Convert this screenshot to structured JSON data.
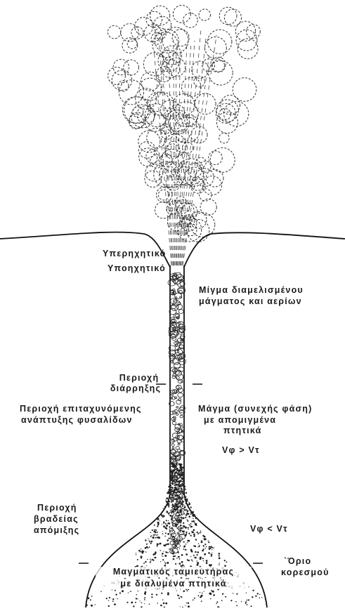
{
  "labels": {
    "supersonic": "Υπερηχητικό",
    "subsonic": "Υποηχητικό",
    "fragmented_mixture_l1": "Μίγμα διαμελισμένου",
    "fragmented_mixture_l2": "μάγματος και αερίων",
    "fragmentation_zone_l1": "Περιοχή",
    "fragmentation_zone_l2": "διάρρηξης",
    "accelerating_growth_l1": "Περιοχή επιταχυνόμενης",
    "accelerating_growth_l2": "ανάπτυξης φυσαλίδων",
    "continuous_magma_l1": "Μάγμα (συνεχής φάση)",
    "continuous_magma_l2": "με απομιγμένα",
    "continuous_magma_l3": "πτητικά",
    "v_greater": "Vφ > Vτ",
    "slow_exsolution_l1": "Περιοχή",
    "slow_exsolution_l2": "βραδείας",
    "slow_exsolution_l3": "απόμιξης",
    "v_less": "Vφ < Vτ",
    "saturation_l1": "`Όριο",
    "saturation_l2": "κορεσμού",
    "chamber_l1": "Μαγματικός ταμιευτήρας",
    "chamber_l2": "με διαλυμένα πτητικά"
  },
  "colors": {
    "ink": "#1a1a1a",
    "paper": "#ffffff"
  }
}
